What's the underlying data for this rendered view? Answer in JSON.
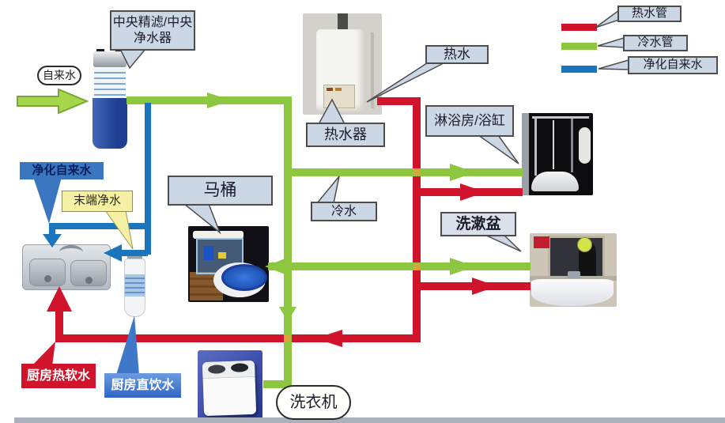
{
  "labels": {
    "central_filter_line1": "中央精滤/中央",
    "central_filter_line2": "净水器",
    "tap_water": "自来水",
    "hot_water": "热水",
    "water_heater": "热水器",
    "shower_room": "淋浴房/浴缸",
    "toilet": "马桶",
    "cold_water": "冷水",
    "wash_basin": "洗漱盆",
    "purified_tap_water": "净化自来水",
    "terminal_purifier": "末端净水",
    "kitchen_hot_soft_water": "厨房热软水",
    "kitchen_drinking_water": "厨房直饮水",
    "washing_machine": "洗衣机"
  },
  "legend": {
    "items": [
      {
        "label": "热水管",
        "color": "#cf142b",
        "key": "hot-water-pipe"
      },
      {
        "label": "冷水管",
        "color": "#8dc63f",
        "key": "cold-water-pipe"
      },
      {
        "label": "净化自来水",
        "color": "#1b75bc",
        "key": "purified-tap-water-pipe"
      }
    ]
  },
  "colors": {
    "hot_pipe": "#cf142b",
    "cold_pipe": "#8dc63f",
    "purified_pipe": "#1b75bc",
    "callout_fill": "#ccd7e6",
    "callout_border": "#4d4d4d",
    "terminal_label_fill": "#f5f0a4",
    "purified_label_fill": "#3b76c0",
    "kitchen_hot_label_fill": "#cf142b"
  },
  "images": [
    "central-water-filter-photo",
    "water-heater-photo",
    "shower-cabin-photo",
    "toilet-photo",
    "kitchen-sink-photo",
    "under-sink-filter-photo",
    "wash-basin-photo",
    "washing-machine-photo"
  ]
}
